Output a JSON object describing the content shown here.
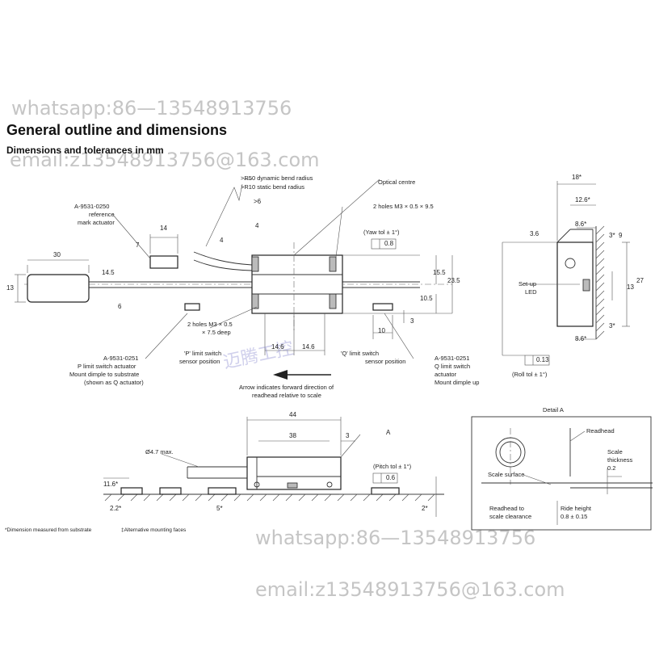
{
  "watermarks": {
    "top_phone": "whatsapp:86—13548913756",
    "top_email": "email:z13548913756@163.com",
    "bottom_phone": "whatsapp:86—13548913756",
    "bottom_email": "email:z13548913756@163.com",
    "stamp": "迈腾工控"
  },
  "heading": {
    "title": "General outline and dimensions",
    "subtitle": "Dimensions and tolerances in mm"
  },
  "top_view": {
    "bend_dynamic": ">R50 dynamic bend radius",
    "bend_static": ">R10 static bend radius",
    "optical_centre": "Optical centre",
    "holes_top": "2 holes M3 × 0.5 × 9.5",
    "yaw_tol": "(Yaw tol ± 1°)",
    "yaw_value": "0.8",
    "ref_actuator": [
      "A-9531-0250",
      "reference",
      "mark actuator"
    ],
    "holes_bottom": [
      "2 holes M3 × 0.5",
      "× 7.5 deep"
    ],
    "p_limit_position": [
      "'P' limit switch",
      "sensor position"
    ],
    "q_limit_position": [
      "'Q' limit switch",
      "sensor position"
    ],
    "p_actuator": [
      "A-9531-0251",
      "P limit switch actuator",
      "Mount dimple to substrate",
      "(shown as Q actuator)"
    ],
    "q_actuator": [
      "A-9531-0251",
      "Q limit switch",
      "actuator",
      "Mount dimple up"
    ],
    "arrow_note": [
      "Arrow indicates forward direction of",
      "readhead relative to scale"
    ],
    "dims": {
      "d30": "30",
      "d13": "13",
      "d14": "14",
      "d7": "7",
      "d14_5": "14.5",
      "d6": "6",
      "d4": "4",
      "d4b": "4",
      "gt6": ">6",
      "d15_5": "15.5",
      "d23_5": "23.5",
      "d10_5": "10.5",
      "d3": "3",
      "d10": "10",
      "d14_6a": "14.6",
      "d14_6b": "14.6"
    }
  },
  "end_view": {
    "setup_led": [
      "Set-up",
      "LED"
    ],
    "roll_tol": "(Roll tol ± 1°)",
    "roll_value": "0.13",
    "dims": {
      "d18": "18*",
      "d12_6": "12.6*",
      "d8_6a": "8.6*",
      "d3_6": "3.6",
      "d3a": "3*",
      "d9": "9",
      "d13": "13",
      "d27": "27",
      "d3b": "3*",
      "d8_6b": "8.6*"
    }
  },
  "side_view": {
    "dia": "Ø4.7 max.",
    "label_a": "A",
    "pitch_tol": "(Pitch tol ± 1°)",
    "pitch_value": "0.6",
    "dims": {
      "d44": "44",
      "d38": "38",
      "d3": "3",
      "d11_6": "11.6*",
      "d2_2": "2.2*",
      "d5": "5*",
      "d2": "2*"
    }
  },
  "detail_a": {
    "title": "Detail A",
    "readhead": "Readhead",
    "scale_surface": "Scale surface",
    "scale_thickness": [
      "Scale",
      "thickness"
    ],
    "scale_thickness_value": "0.2",
    "clearance": [
      "Readhead to",
      "scale clearance"
    ],
    "ride_height": [
      "Ride height",
      "0.8 ± 0.15"
    ]
  },
  "footnotes": {
    "measured": "*Dimension measured from substrate",
    "alternative": "‡Alternative mounting faces"
  }
}
